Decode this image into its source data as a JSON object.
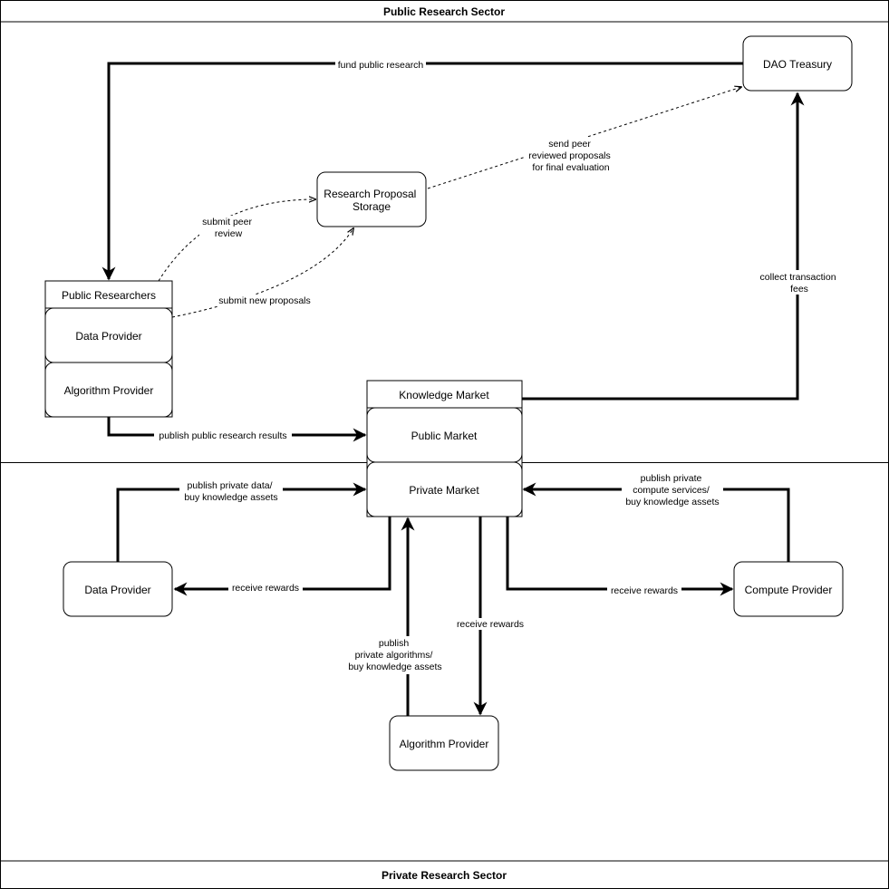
{
  "sectors": {
    "public_title": "Public Research Sector",
    "private_title": "Private Research Sector"
  },
  "nodes": {
    "dao_treasury": "DAO Treasury",
    "research_proposal_storage": [
      "Research Proposal",
      "Storage"
    ],
    "public_researchers": {
      "title": "Public Researchers",
      "data_provider": "Data Provider",
      "algorithm_provider": "Algorithm Provider"
    },
    "knowledge_market": {
      "title": "Knowledge Market",
      "public_market": "Public Market",
      "private_market": "Private Market"
    },
    "private_data_provider": "Data Provider",
    "compute_provider": "Compute Provider",
    "private_algorithm_provider": "Algorithm Provider"
  },
  "edges": {
    "fund_public_research": "fund public research",
    "send_peer_reviewed": [
      "send peer",
      "reviewed proposals",
      "for final evaluation"
    ],
    "submit_peer_review": [
      "submit peer",
      "review"
    ],
    "submit_new_proposals": "submit new proposals",
    "collect_transaction_fees": [
      "collect transaction",
      "fees"
    ],
    "publish_public_results": "publish public research results",
    "publish_private_data": [
      "publish private data/",
      "buy knowledge assets"
    ],
    "publish_private_compute": [
      "publish private",
      "compute services/",
      "buy knowledge assets"
    ],
    "receive_rewards_data": "receive rewards",
    "receive_rewards_compute": "receive rewards",
    "receive_rewards_algorithm": "receive rewards",
    "publish_private_algorithms": [
      "publish",
      "private algorithms/",
      "buy knowledge assets"
    ]
  }
}
